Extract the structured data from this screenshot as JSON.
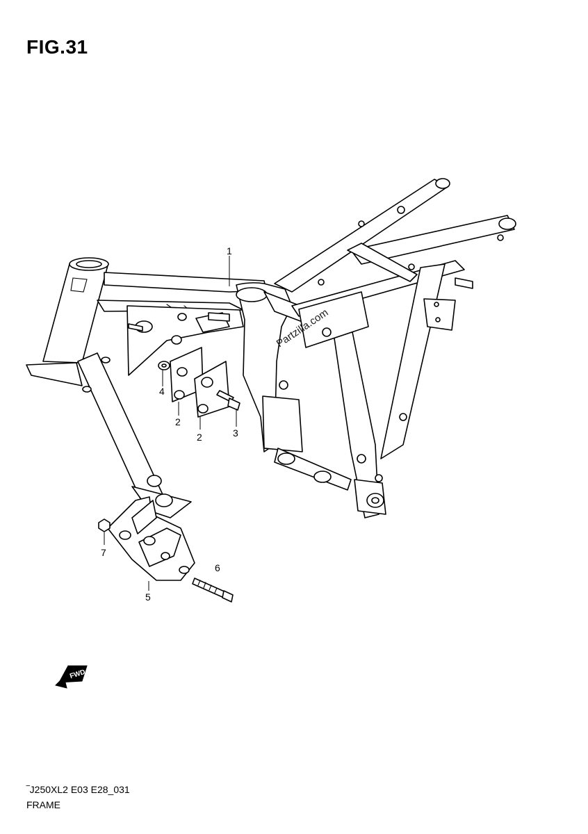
{
  "figure": {
    "title": "FIG.31"
  },
  "callouts": {
    "p1": "1",
    "p2a": "2",
    "p2b": "2",
    "p3": "3",
    "p4": "4",
    "p5": "5",
    "p6": "6",
    "p7": "7"
  },
  "watermark": "Partzilla.com",
  "direction_badge": "FWD",
  "footer": {
    "code": "‾J250XL2 E03 E28_031",
    "title": "FRAME"
  }
}
